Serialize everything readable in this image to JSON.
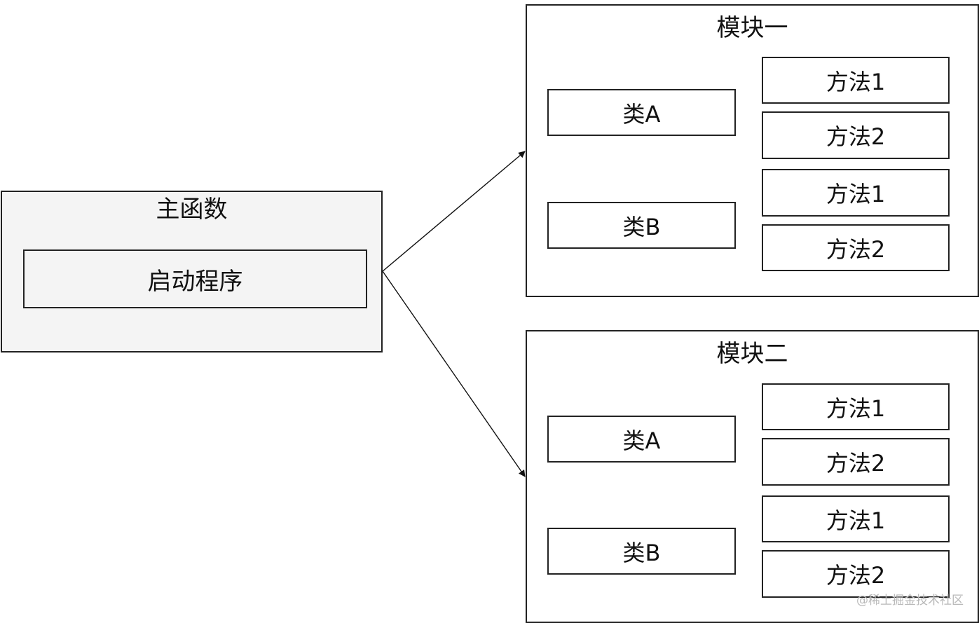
{
  "main_function": {
    "title": "主函数",
    "startup_label": "启动程序"
  },
  "modules": [
    {
      "title": "模块一",
      "classes": [
        {
          "label": "类A",
          "methods": [
            "方法1",
            "方法2"
          ]
        },
        {
          "label": "类B",
          "methods": [
            "方法1",
            "方法2"
          ]
        }
      ]
    },
    {
      "title": "模块二",
      "classes": [
        {
          "label": "类A",
          "methods": [
            "方法1",
            "方法2"
          ]
        },
        {
          "label": "类B",
          "methods": [
            "方法1",
            "方法2"
          ]
        }
      ]
    }
  ],
  "watermark": "@稀土掘金技术社区",
  "colors": {
    "border": "#222222",
    "main_fill": "#f4f4f4",
    "background": "#ffffff"
  }
}
